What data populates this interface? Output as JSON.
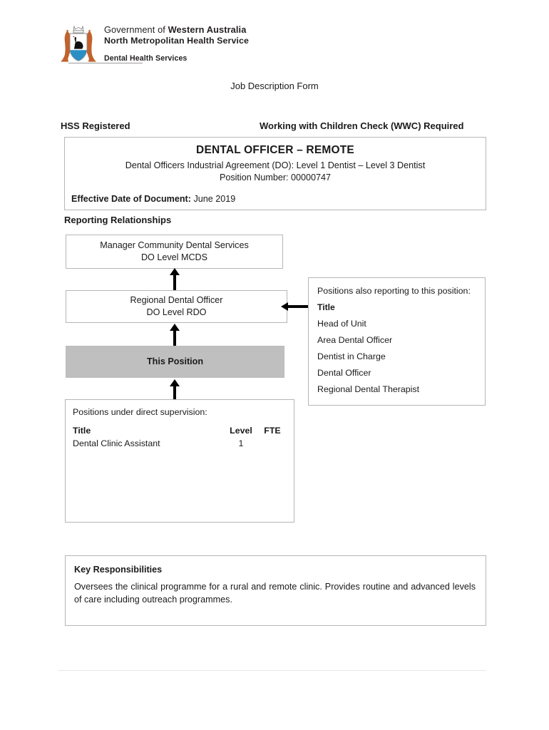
{
  "header": {
    "crest_icon": "wa-coat-of-arms-icon",
    "wordmark_line1_prefix": "Government of ",
    "wordmark_line1_bold": "Western Australia",
    "wordmark_line2": "North Metropolitan Health Service",
    "wordmark_line3": "Dental Health Services"
  },
  "document": {
    "form_title": "Job Description Form",
    "hss_registered": "HSS Registered",
    "wwc_required": "Working with Children Check (WWC) Required"
  },
  "title_box": {
    "position_title": "DENTAL OFFICER – REMOTE",
    "agreement": "Dental Officers Industrial Agreement (DO): Level 1 Dentist – Level 3 Dentist",
    "position_number": "Position Number: 00000747",
    "effective_date_label": "Effective Date of Document:",
    "effective_date_value": "June 2019"
  },
  "reporting": {
    "heading": "Reporting Relationships",
    "manager_box": {
      "line1": "Manager Community Dental Services",
      "line2": "DO Level MCDS"
    },
    "supervisor_box": {
      "line1": "Regional Dental Officer",
      "line2": "DO Level RDO"
    },
    "this_position_box": {
      "line1": "This Position"
    },
    "also_reporting": {
      "intro": "Positions also reporting to this position:",
      "column_header": "Title",
      "items": [
        "Head of Unit",
        "Area Dental Officer",
        "Dentist in Charge",
        "Dental Officer",
        "Regional Dental Therapist"
      ]
    },
    "supervision": {
      "intro": "Positions under direct supervision:",
      "columns": [
        "Title",
        "Level",
        "FTE"
      ],
      "rows": [
        {
          "title": "Dental Clinic Assistant",
          "level": "1",
          "fte": ""
        }
      ]
    }
  },
  "key_responsibilities": {
    "heading": "Key Responsibilities",
    "text": "Oversees the clinical programme for a rural and remote clinic. Provides routine and advanced levels of care including outreach programmes."
  },
  "colors": {
    "this_position_fill": "#bfbfbf",
    "box_border": "#b6b6b6",
    "text": "#1a1a1a"
  }
}
